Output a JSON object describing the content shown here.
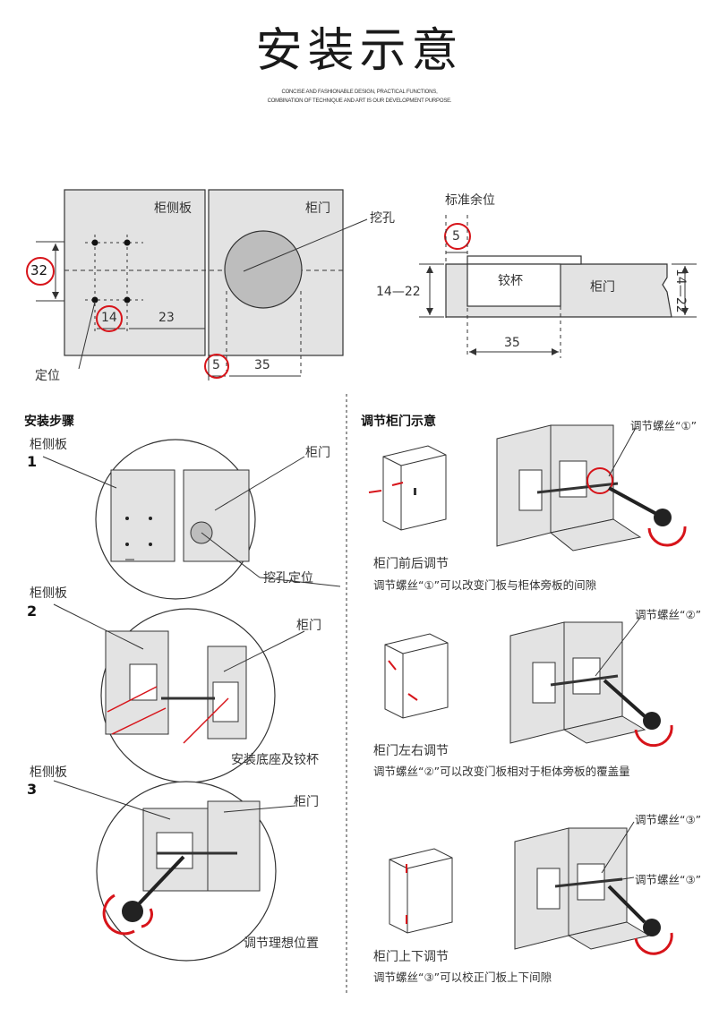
{
  "title": "安装示意",
  "subtitle": {
    "line1": "CONCISE AND FASHIONABLE DESIGN, PRACTICAL FUNCTIONS,",
    "line2": "COMBINATION OF TECHNIQUE AND ART IS OUR DEVELOPMENT PURPOSE."
  },
  "colors": {
    "accent_red": "#d7141a",
    "panel_gray": "#e3e3e3",
    "line": "#333333"
  },
  "top_diagram": {
    "side_panel_label": "柜侧板",
    "door_label": "柜门",
    "hole_label": "挖孔",
    "locate_label": "定位",
    "dim_32": "32",
    "dim_14": "14",
    "dim_23": "23",
    "dim_5": "5",
    "dim_35": "35"
  },
  "side_diagram": {
    "reserve_label": "标准余位",
    "dim_5": "5",
    "cup_label": "铰杯",
    "door_label": "柜门",
    "dim_left": "14—22",
    "dim_right": "14—22",
    "dim_35": "35"
  },
  "install_steps": {
    "header": "安装步骤",
    "steps": [
      {
        "num": "1",
        "side_label": "柜侧板",
        "door_label": "柜门",
        "caption": "挖孔定位"
      },
      {
        "num": "2",
        "side_label": "柜侧板",
        "door_label": "柜门",
        "caption": "安装底座及铰杯"
      },
      {
        "num": "3",
        "side_label": "柜侧板",
        "door_label": "柜门",
        "caption": "调节理想位置"
      }
    ]
  },
  "adjust": {
    "header": "调节柜门示意",
    "items": [
      {
        "screw_label": "调节螺丝“①”",
        "title": "柜门前后调节",
        "desc": "调节螺丝“①”可以改变门板与柜体旁板的间隙"
      },
      {
        "screw_label": "调节螺丝“②”",
        "title": "柜门左右调节",
        "desc": "调节螺丝“②”可以改变门板相对于柜体旁板的覆盖量"
      },
      {
        "screw_label": "调节螺丝“③”",
        "screw_label_2": "调节螺丝“③”",
        "title": "柜门上下调节",
        "desc": "调节螺丝“③”可以校正门板上下间隙"
      }
    ]
  }
}
